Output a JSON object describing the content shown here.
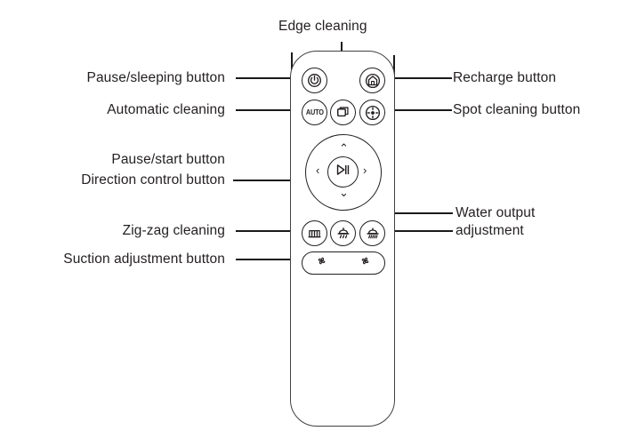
{
  "diagram": {
    "title_visible": false,
    "subject": "robot vacuum remote control",
    "line_color": "#1a1a1a",
    "text_color": "#231f20",
    "body_outline_color": "#414042",
    "background": "#ffffff"
  },
  "callouts": {
    "top": [
      {
        "id": "edge-cleaning",
        "label": "Edge cleaning",
        "side": "top",
        "target": "edge-cleaning-button"
      }
    ],
    "left": [
      {
        "id": "pause-sleeping",
        "label": "Pause/sleeping button",
        "side": "left",
        "target": "power-button"
      },
      {
        "id": "automatic-cleaning",
        "label": "Automatic cleaning",
        "side": "left",
        "target": "auto-button"
      },
      {
        "id": "pause-start",
        "label": "Pause/start button",
        "side": "left",
        "target": "dpad-center-button"
      },
      {
        "id": "direction-control",
        "label": "Direction control button",
        "side": "left",
        "target": "dpad-ring"
      },
      {
        "id": "zig-zag",
        "label": "Zig-zag cleaning",
        "side": "left",
        "target": "zigzag-button"
      },
      {
        "id": "suction-adjustment",
        "label": "Suction adjustment button",
        "side": "left",
        "target": "suction-bar"
      }
    ],
    "right": [
      {
        "id": "recharge",
        "label": "Recharge button",
        "side": "right",
        "target": "recharge-button"
      },
      {
        "id": "spot-cleaning",
        "label": "Spot cleaning button",
        "side": "right",
        "target": "spot-button"
      },
      {
        "id": "water-output-line1",
        "label": "Water output",
        "side": "right",
        "target": "water-low-button"
      },
      {
        "id": "water-output-line2",
        "label": "adjustment",
        "side": "right",
        "target": "water-high-button"
      }
    ]
  },
  "remote": {
    "buttons": [
      {
        "id": "power-button",
        "icon": "power-icon",
        "label": "",
        "row": 1,
        "column": "left"
      },
      {
        "id": "edge-cleaning-button",
        "icon": "edge-cleaning-icon",
        "label": "",
        "row": 2,
        "column": "center"
      },
      {
        "id": "recharge-button",
        "icon": "home-icon",
        "label": "",
        "row": 1,
        "column": "right"
      },
      {
        "id": "auto-button",
        "icon": "auto-text-icon",
        "label": "AUTO",
        "row": 2,
        "column": "left"
      },
      {
        "id": "spot-button",
        "icon": "spot-crosshair-icon",
        "label": "",
        "row": 2,
        "column": "right"
      },
      {
        "id": "dpad-up",
        "icon": "chevron-up-icon",
        "label": "⌃",
        "row": 3,
        "column": "center"
      },
      {
        "id": "dpad-down",
        "icon": "chevron-down-icon",
        "label": "⌄",
        "row": 3,
        "column": "center"
      },
      {
        "id": "dpad-left",
        "icon": "chevron-left-icon",
        "label": "‹",
        "row": 3,
        "column": "center"
      },
      {
        "id": "dpad-right",
        "icon": "chevron-right-icon",
        "label": "›",
        "row": 3,
        "column": "center"
      },
      {
        "id": "dpad-center-button",
        "icon": "play-pause-icon",
        "label": "",
        "row": 3,
        "column": "center"
      },
      {
        "id": "zigzag-button",
        "icon": "zigzag-icon",
        "label": "",
        "row": 4,
        "column": "left"
      },
      {
        "id": "water-low-button",
        "icon": "water-low-icon",
        "label": "",
        "row": 4,
        "column": "center"
      },
      {
        "id": "water-high-button",
        "icon": "water-high-icon",
        "label": "",
        "row": 4,
        "column": "right"
      },
      {
        "id": "suction-left",
        "icon": "fan-icon",
        "label": "",
        "row": 5,
        "column": "left"
      },
      {
        "id": "suction-right",
        "icon": "fan-icon",
        "label": "",
        "row": 5,
        "column": "right"
      }
    ]
  }
}
